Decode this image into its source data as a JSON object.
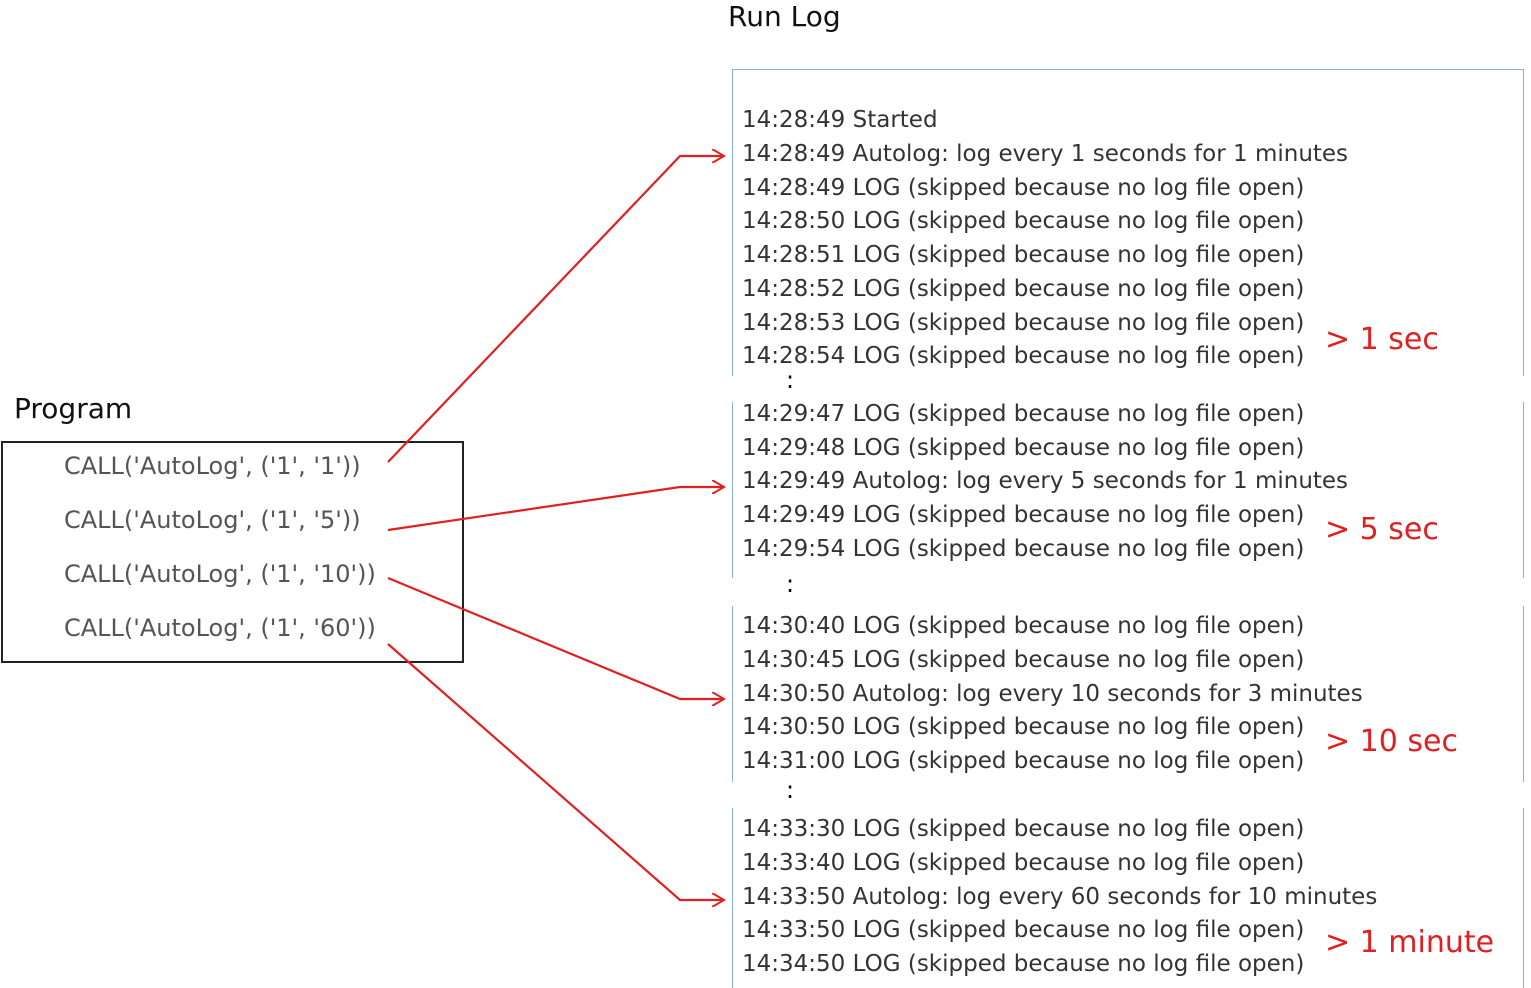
{
  "titles": {
    "run_log": "Run Log",
    "program": "Program"
  },
  "program": {
    "lines": [
      "CALL('AutoLog', ('1', '1'))",
      "CALL('AutoLog', ('1', '5'))",
      "CALL('AutoLog', ('1', '10'))",
      "CALL('AutoLog', ('1', '60'))"
    ]
  },
  "log": {
    "group1": [
      "14:28:49 Started",
      "14:28:49 Autolog:  log every 1 seconds for 1 minutes",
      "14:28:49 LOG (skipped because no log file open)",
      "14:28:50 LOG (skipped because no log file open)",
      "14:28:51 LOG (skipped because no log file open)",
      "14:28:52 LOG (skipped because no log file open)",
      "14:28:53 LOG (skipped because no log file open)",
      "14:28:54 LOG (skipped because no log file open)"
    ],
    "group2": [
      "14:29:47 LOG (skipped because no log file open)",
      "14:29:48 LOG (skipped because no log file open)",
      "14:29:49 Autolog:  log every 5 seconds for 1 minutes",
      "14:29:49 LOG (skipped because no log file open)",
      "14:29:54 LOG (skipped because no log file open)"
    ],
    "group3": [
      "14:30:40 LOG (skipped because no log file open)",
      "14:30:45 LOG (skipped because no log file open)",
      "14:30:50 Autolog:  log every 10 seconds for 3 minutes",
      "14:30:50 LOG (skipped because no log file open)",
      "14:31:00 LOG (skipped because no log file open)"
    ],
    "group4": [
      "14:33:30 LOG (skipped because no log file open)",
      "14:33:40 LOG (skipped because no log file open)",
      "14:33:50 Autolog:  log every 60 seconds for 10 minutes",
      "14:33:50 LOG (skipped because no log file open)",
      "14:34:50 LOG (skipped because no log file open)"
    ],
    "ellipsis": ":"
  },
  "notes": {
    "n1": "> 1 sec",
    "n2": "> 5 sec",
    "n3": "> 10 sec",
    "n4": "> 1 minute"
  },
  "colors": {
    "arrow": "#e02020",
    "frame": "#8fb0d0"
  }
}
